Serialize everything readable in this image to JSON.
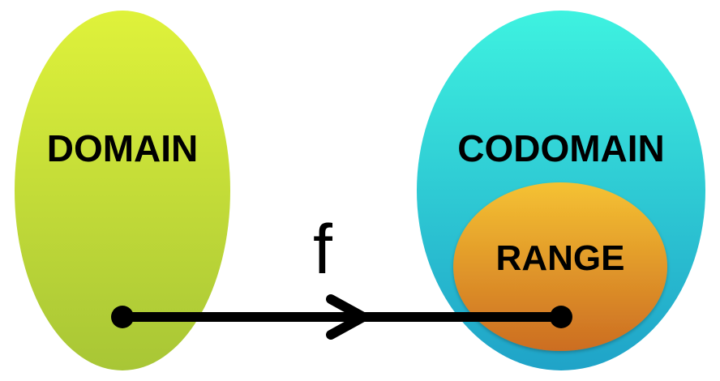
{
  "diagram": {
    "domain": {
      "label": "DOMAIN",
      "color_top": "#dff23a",
      "color_bottom": "#a8c636"
    },
    "codomain": {
      "label": "CODOMAIN",
      "color_top": "#3ef2e0",
      "color_bottom": "#1fa3c8"
    },
    "range": {
      "label": "RANGE",
      "color_top": "#f5c232",
      "color_bottom": "#cc6d22"
    },
    "mapping": {
      "label": "f",
      "color": "#000000"
    }
  }
}
